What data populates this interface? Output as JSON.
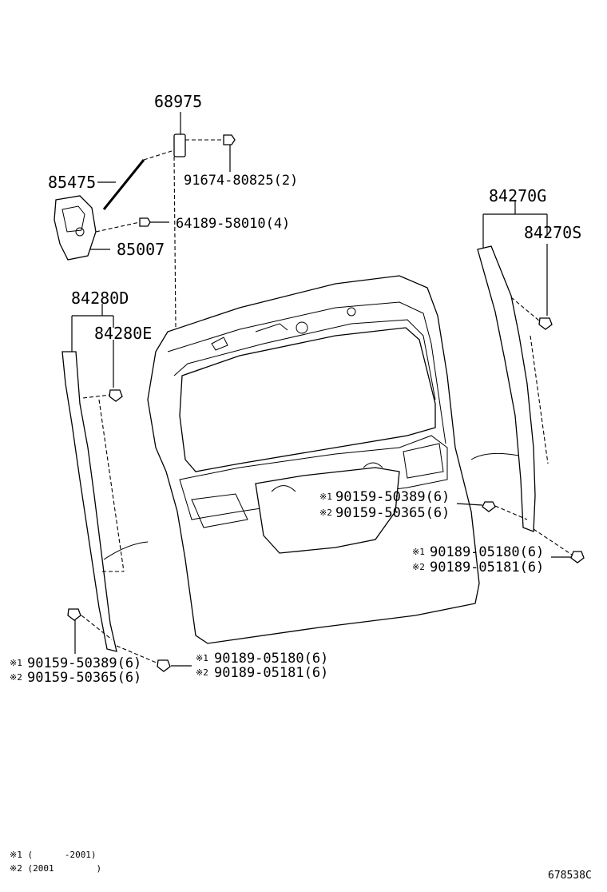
{
  "labels": {
    "p68975": "68975",
    "p91674": "91674-80825(2)",
    "p85475": "85475",
    "p64189": "64189-58010(4)",
    "p85007": "85007",
    "p84270G": "84270G",
    "p84270S": "84270S",
    "p84280D": "84280D",
    "p84280E": "84280E",
    "r_mid1": "90159-50389(6)",
    "r_mid2": "90159-50365(6)",
    "r_low1": "90189-05180(6)",
    "r_low2": "90189-05181(6)",
    "l_bot1": "90159-50389(6)",
    "l_bot2": "90159-50365(6)",
    "c_bot1": "90189-05180(6)",
    "c_bot2": "90189-05181(6)"
  },
  "marks": {
    "m1": "※1",
    "m2": "※2"
  },
  "legend": {
    "line1": "※1 (      -2001)",
    "line2": "※2 (2001        )"
  },
  "diagram_id": "678538C"
}
